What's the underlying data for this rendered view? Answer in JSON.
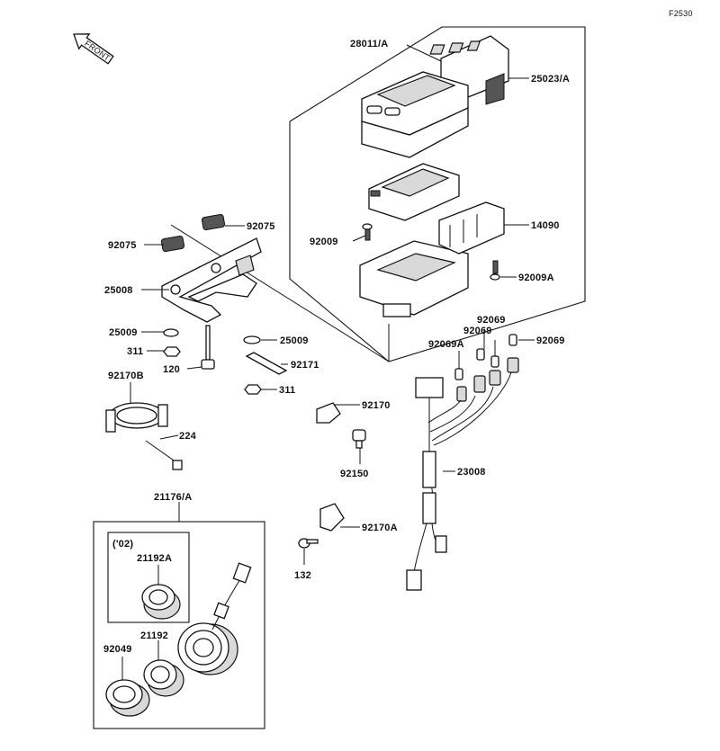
{
  "figure_code": "F2530",
  "front_label": "FRONT",
  "labels": {
    "p28011A": "28011/A",
    "p25023A": "25023/A",
    "p14090": "14090",
    "p92009": "92009",
    "p92009A": "92009A",
    "p92075_right": "92075",
    "p92075_left": "92075",
    "p25008": "25008",
    "p25009_left": "25009",
    "p25009_right": "25009",
    "p311_left": "311",
    "p311_right": "311",
    "p120": "120",
    "p92171": "92171",
    "p92170B": "92170B",
    "p224": "224",
    "p92170": "92170",
    "p92150": "92150",
    "p92069_top": "92069",
    "p92069_mid": "92069",
    "p92069_right": "92069",
    "p92069A": "92069A",
    "p23008": "23008",
    "p21176A": "21176/A",
    "p92170A": "92170A",
    "p132": "132",
    "year_note": "('02)",
    "p21192A": "21192A",
    "p21192": "21192",
    "p92049": "92049"
  }
}
